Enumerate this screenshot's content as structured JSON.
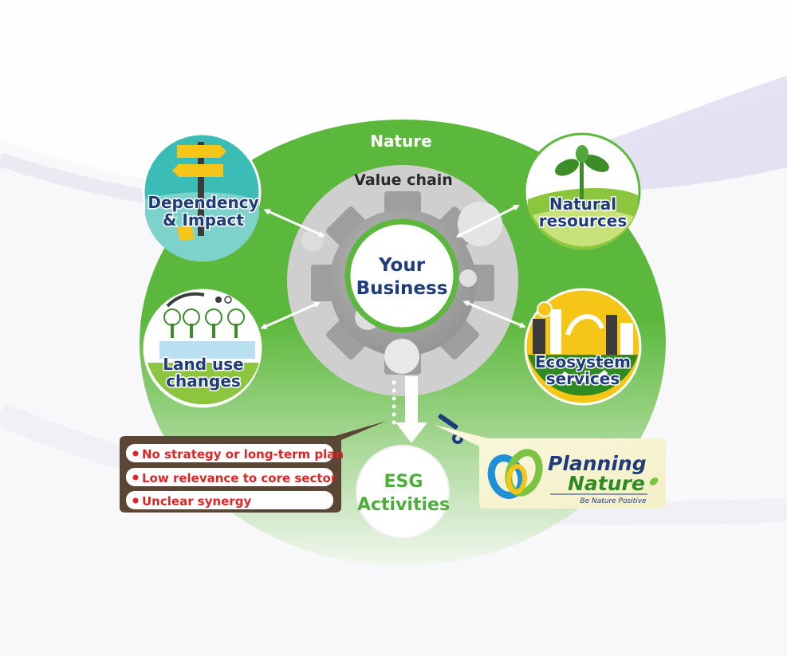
{
  "diagram": {
    "nature_label": "Nature",
    "value_chain_label": "Value chain",
    "center": {
      "line1": "Your",
      "line2": "Business"
    },
    "nodes": {
      "dependency": {
        "line1": "Dependency",
        "line2": "& Impact"
      },
      "natural": {
        "line1": "Natural",
        "line2": "resources"
      },
      "land": {
        "line1": "Land use",
        "line2": "changes"
      },
      "ecosystem": {
        "line1": "Ecosystem",
        "line2": "services"
      }
    },
    "esg": {
      "line1": "ESG",
      "line2": "Activities"
    },
    "issues": [
      "No strategy or long-term plan",
      "Low relevance to core sector",
      "Unclear synergy"
    ]
  },
  "brand": {
    "name_line1": "Planning",
    "name_line2": "Nature",
    "tagline": "Be Nature Positive"
  },
  "colors": {
    "nature_green": "#5cb83c",
    "dark_green": "#2e8b22",
    "navy": "#1f3c7a",
    "gear_gray": "#9e9e9e",
    "bullet_red": "#e02424",
    "issue_box": "#5a4634",
    "esg_text": "#4caf3a"
  }
}
